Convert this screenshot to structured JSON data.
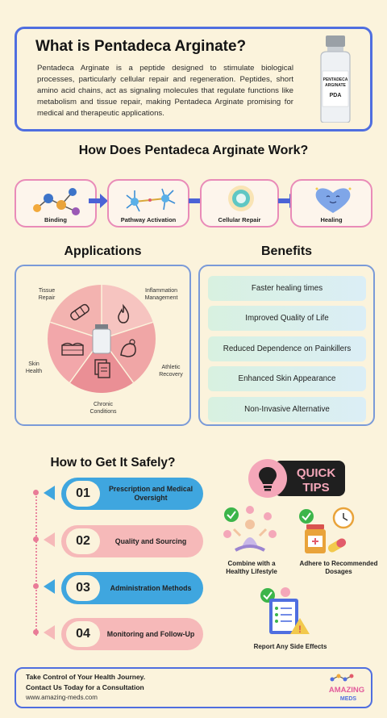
{
  "intro": {
    "title": "What is Pentadeca Arginate?",
    "text": "Pentadeca Arginate is a peptide designed to stimulate biological processes, particularly cellular repair and regeneration. Peptides, short amino acid chains, act as signaling molecules that regulate functions like metabolism and tissue repair, making Pentadeca Arginate promising for medical and therapeutic applications.",
    "vial_label_1": "PENTADECA",
    "vial_label_2": "ARGINATE",
    "vial_label_3": "PDA"
  },
  "how": {
    "title": "How Does Pentadeca Arginate Work?",
    "steps": [
      "Binding",
      "Pathway Activation",
      "Cellular Repair",
      "Healing"
    ]
  },
  "applications": {
    "title": "Applications",
    "labels": {
      "tissue": "Tissue\nRepair",
      "inflammation": "Inflammation\nManagement",
      "athletic": "Athletic\nRecovery",
      "chronic": "Chronic\nConditions",
      "skin": "Skin\nHealth"
    }
  },
  "benefits": {
    "title": "Benefits",
    "items": [
      "Faster healing times",
      "Improved Quality of Life",
      "Reduced Dependence on Painkillers",
      "Enhanced Skin Appearance",
      "Non-Invasive Alternative"
    ]
  },
  "safely": {
    "title": "How to Get It Safely?",
    "items": [
      {
        "num": "01",
        "text": "Prescription and Medical Oversight"
      },
      {
        "num": "02",
        "text": "Quality and Sourcing"
      },
      {
        "num": "03",
        "text": "Administration Methods"
      },
      {
        "num": "04",
        "text": "Monitoring and Follow-Up"
      }
    ],
    "colors": [
      "#3fa6df",
      "#f6b9b9",
      "#3fa6df",
      "#f6b9b9"
    ]
  },
  "tips": {
    "badge_line1": "QUICK",
    "badge_line2": "TIPS",
    "items": [
      "Combine with a Healthy Lifestyle",
      "Adhere to Recommended Dosages",
      "Report Any Side Effects"
    ]
  },
  "footer": {
    "line1": "Take Control of Your Health Journey.",
    "line2": "Contact Us Today for a Consultation",
    "url": "www.amazing-meds.com",
    "logo_top": "AMAZING",
    "logo_bottom": "MEDS"
  },
  "colors": {
    "accent_blue": "#4f6ee0",
    "pink": "#e98bb8",
    "light_blue": "#3fa6df",
    "salmon": "#f6b9b9"
  }
}
